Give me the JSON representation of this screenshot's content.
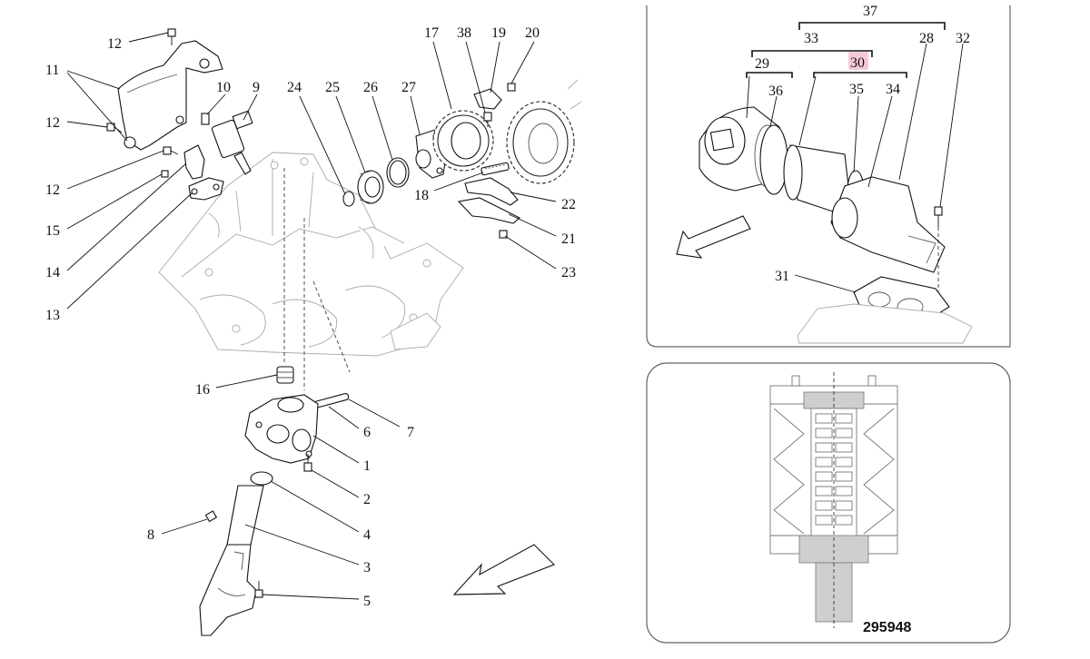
{
  "callouts": {
    "c1": "1",
    "c2": "2",
    "c3": "3",
    "c4": "4",
    "c5": "5",
    "c6": "6",
    "c7": "7",
    "c8": "8",
    "c9": "9",
    "c10": "10",
    "c11": "11",
    "c12a": "12",
    "c12b": "12",
    "c12c": "12",
    "c13": "13",
    "c14": "14",
    "c15": "15",
    "c16": "16",
    "c17": "17",
    "c18": "18",
    "c19": "19",
    "c20": "20",
    "c21": "21",
    "c22": "22",
    "c23": "23",
    "c24": "24",
    "c25": "25",
    "c26": "26",
    "c27": "27",
    "c28": "28",
    "c29": "29",
    "c30": "30",
    "c31": "31",
    "c32": "32",
    "c33": "33",
    "c34": "34",
    "c35": "35",
    "c36": "36",
    "c37": "37",
    "c38": "38"
  },
  "highlight_color": "#f6c9d9",
  "drawing_code": "295948"
}
